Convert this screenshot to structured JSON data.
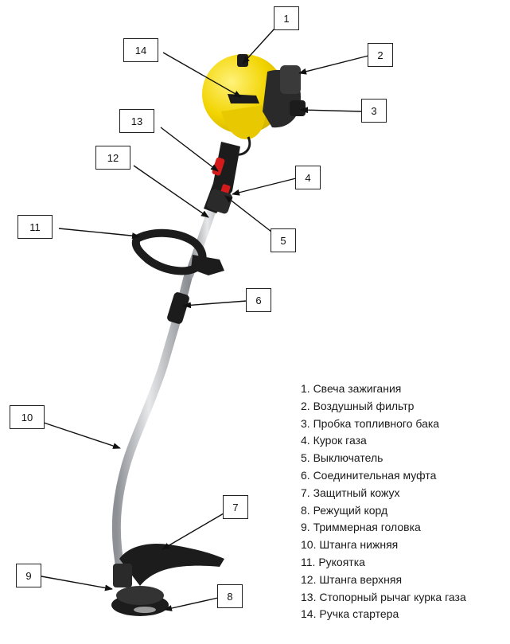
{
  "callouts": {
    "c1": "1",
    "c2": "2",
    "c3": "3",
    "c4": "4",
    "c5": "5",
    "c6": "6",
    "c7": "7",
    "c8": "8",
    "c9": "9",
    "c10": "10",
    "c11": "11",
    "c12": "12",
    "c13": "13",
    "c14": "14"
  },
  "legend": [
    "1. Свеча зажигания",
    "2. Воздушный фильтр",
    "3. Пробка топливного бака",
    "4. Курок газа",
    "5. Выключатель",
    "6. Соединительная муфта",
    "7. Защитный кожух",
    "8. Режущий корд",
    "9. Триммерная головка",
    "10. Штанга нижняя",
    "11. Рукоятка",
    "12. Штанга верхняя",
    "13. Стопорный рычаг курка газа",
    "14. Ручка стартера"
  ],
  "colors": {
    "engine": "#f2d400",
    "engine_shade": "#c9a800",
    "shaft": "#b9bcc0",
    "black_parts": "#1c1c1c",
    "trigger_red": "#d31b1b"
  }
}
